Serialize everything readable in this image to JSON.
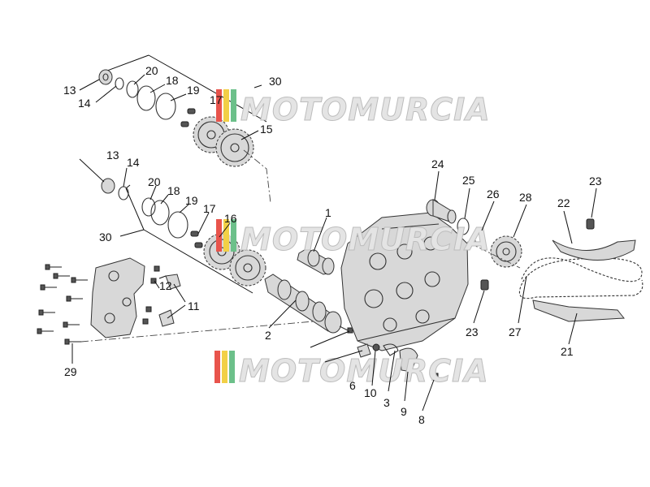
{
  "watermark": {
    "text": "MOTOMURCIA",
    "colors": [
      "#e8544c",
      "#f2d046",
      "#6cc08a"
    ]
  },
  "callouts": [
    "1",
    "2",
    "3",
    "6",
    "8",
    "9",
    "10",
    "11",
    "12",
    "13",
    "14",
    "15",
    "16",
    "17",
    "18",
    "19",
    "20",
    "21",
    "22",
    "23",
    "24",
    "25",
    "26",
    "27",
    "28",
    "29",
    "30"
  ],
  "colors": {
    "line": "#333333",
    "part_fill": "#d8d8d8",
    "background": "#ffffff"
  }
}
